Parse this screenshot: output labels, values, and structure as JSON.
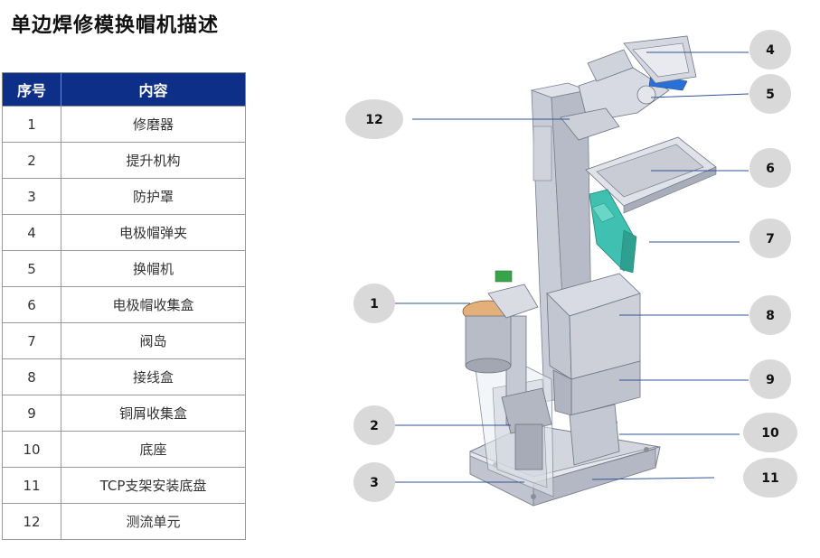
{
  "title": "单边焊修模换帽机描述",
  "table": {
    "headers": [
      "序号",
      "内容"
    ],
    "rows": [
      {
        "num": "1",
        "name": "修磨器"
      },
      {
        "num": "2",
        "name": "提升机构"
      },
      {
        "num": "3",
        "name": "防护罩"
      },
      {
        "num": "4",
        "name": "电极帽弹夹"
      },
      {
        "num": "5",
        "name": "换帽机"
      },
      {
        "num": "6",
        "name": "电极帽收集盒"
      },
      {
        "num": "7",
        "name": "阀岛"
      },
      {
        "num": "8",
        "name": "接线盒"
      },
      {
        "num": "9",
        "name": "铜屑收集盒"
      },
      {
        "num": "10",
        "name": "底座"
      },
      {
        "num": "11",
        "name": "TCP支架安装底盘"
      },
      {
        "num": "12",
        "name": "测流单元"
      }
    ]
  },
  "callouts": [
    "1",
    "2",
    "3",
    "4",
    "5",
    "6",
    "7",
    "8",
    "9",
    "10",
    "11",
    "12"
  ],
  "colors": {
    "header_bg": "#0e2f88",
    "bubble": "#d9d9d9",
    "leader": "#2f5597",
    "machine": "#c9ccd6",
    "valve": "#3fc0b0",
    "accent": "#2a6fd6"
  }
}
